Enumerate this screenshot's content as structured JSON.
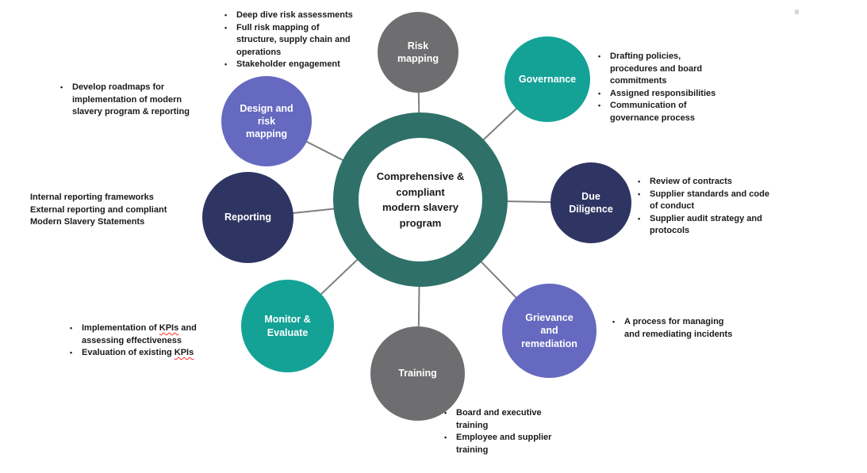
{
  "meta": {
    "bullet_glyph": "•"
  },
  "colors": {
    "hub_ring": "#2F7169",
    "teal": "#14A296",
    "navy": "#2F3563",
    "purple": "#6569BF",
    "gray": "#6E6E70",
    "connector": "#7F7F7F",
    "text": "#1a1a1a",
    "node_text": "#ffffff",
    "spellcheck_underline": "#ff2a2a"
  },
  "center": {
    "label": "Comprehensive &\ncompliant\nmodern slavery\nprogram"
  },
  "nodes": {
    "risk_mapping": {
      "label": "Risk\nmapping",
      "color": "#6E6E70",
      "bullets": [
        "Deep dive risk assessments",
        "Full risk mapping of\nstructure, supply chain and\noperations",
        "Stakeholder engagement"
      ]
    },
    "governance": {
      "label": "Governance",
      "color": "#14A296",
      "bullets": [
        "Drafting policies,\nprocedures and board\ncommitments",
        "Assigned responsibilities",
        "Communication of\ngovernance process"
      ]
    },
    "due_diligence": {
      "label": "Due\nDiligence",
      "color": "#2F3563",
      "bullets": [
        "Review of contracts",
        "Supplier standards and code\nof conduct",
        "Supplier audit strategy and\nprotocols"
      ]
    },
    "grievance_remediation": {
      "label": "Grievance\nand\nremediation",
      "color": "#6569BF",
      "bullets": [
        "A process for managing\nand remediating incidents"
      ]
    },
    "training": {
      "label": "Training",
      "color": "#6E6E70",
      "bullets": [
        "Board and executive\ntraining",
        "Employee and supplier\ntraining"
      ]
    },
    "monitor_evaluate": {
      "label": "Monitor &\nEvaluate",
      "color": "#14A296",
      "bullets": [
        {
          "segments": [
            {
              "text": "Implementation of "
            },
            {
              "text": "KPIs",
              "spellcheck": true
            },
            {
              "text": " and\nassessing effectiveness"
            }
          ]
        },
        {
          "segments": [
            {
              "text": "Evaluation of existing "
            },
            {
              "text": "KPIs",
              "spellcheck": true
            }
          ]
        }
      ]
    },
    "reporting": {
      "label": "Reporting",
      "color": "#2F3563",
      "lines": "Internal reporting frameworks\nExternal reporting and compliant\nModern Slavery Statements"
    },
    "design_risk_mapping": {
      "label": "Design and\nrisk\nmapping",
      "color": "#6569BF",
      "bullets": [
        "Develop roadmaps for\nimplementation of modern\nslavery program & reporting"
      ]
    }
  }
}
